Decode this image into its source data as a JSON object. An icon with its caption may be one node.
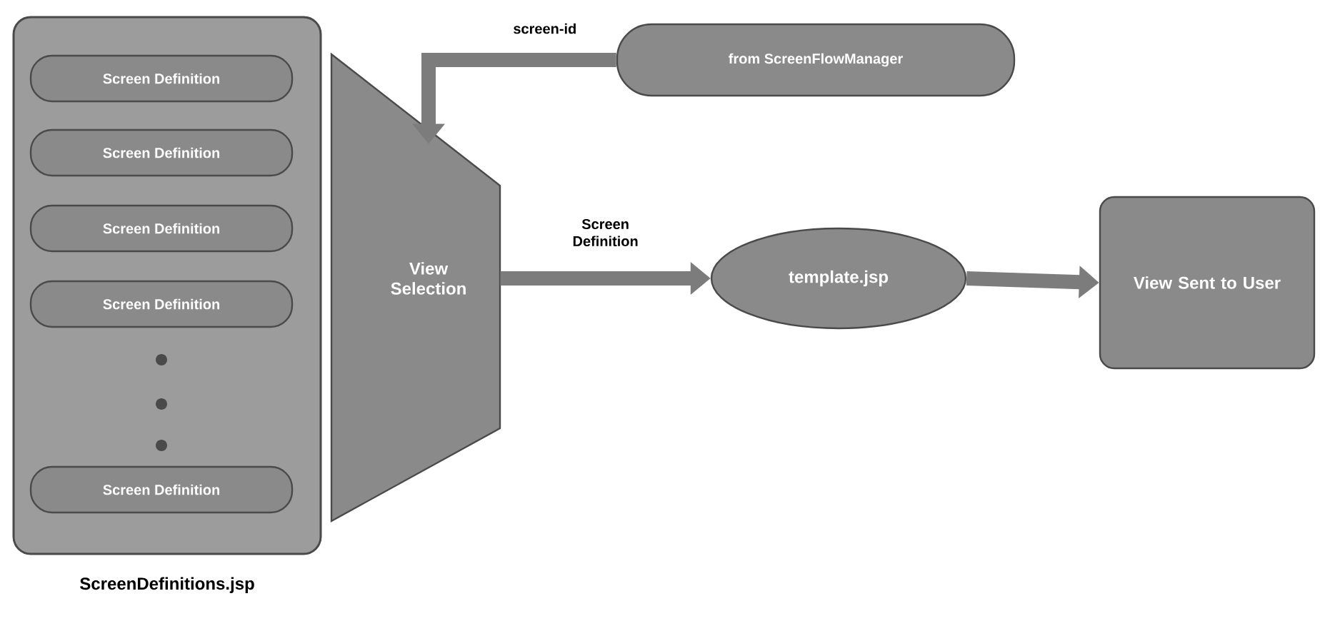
{
  "diagram": {
    "nodes": [
      {
        "text": [
          "ScreenDefinitions.jsp"
        ]
      },
      {
        "text": [
          "Screen Definition"
        ],
        "in": 0
      },
      {
        "text": [
          "Screen Definition"
        ],
        "in": 0
      },
      {
        "text": [
          "Screen Definition"
        ],
        "in": 0
      },
      {
        "text": [
          "Screen Definition"
        ],
        "in": 0
      },
      {
        "text": [
          "Screen Definition"
        ],
        "in": 0
      },
      {
        "text": [
          "View Selection"
        ]
      },
      {
        "text": [
          "from ScreenFlowManager"
        ]
      },
      {
        "text": [
          "template.jsp"
        ]
      },
      {
        "text": [
          "View Sent to User"
        ]
      }
    ],
    "edges": [
      {
        "from": 7,
        "to": 6,
        "arrow": "to",
        "label": "screen-id"
      },
      {
        "from": 6,
        "to": 8,
        "arrow": "to",
        "label": "Screen Definition"
      },
      {
        "from": 8,
        "to": 9,
        "arrow": "to"
      }
    ]
  }
}
